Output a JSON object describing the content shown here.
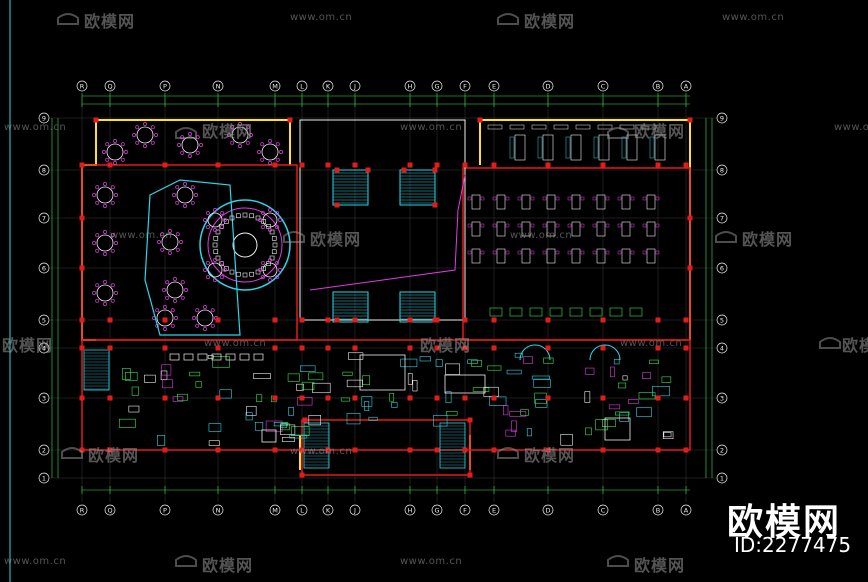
{
  "drawing": {
    "column_labels_top": [
      "R",
      "Q",
      "P",
      "N",
      "M",
      "L",
      "K",
      "J",
      "H",
      "G",
      "F",
      "E",
      "D",
      "C",
      "B",
      "A"
    ],
    "column_labels_bottom": [
      "R",
      "Q",
      "P",
      "N",
      "M",
      "L",
      "K",
      "J",
      "H",
      "G",
      "F",
      "E",
      "D",
      "C",
      "B",
      "A"
    ],
    "row_labels": [
      "9",
      "8",
      "7",
      "6",
      "5",
      "4",
      "3",
      "2",
      "1"
    ],
    "colors": {
      "wall": "#e21b1b",
      "yellow_wall": "#ffe21a",
      "cyan": "#2bd6e8",
      "green": "#33e64d",
      "magenta": "#e03be0",
      "white": "#f0f0f0",
      "grid": "#3a3a3a"
    }
  },
  "watermark": {
    "brand": "欧模网",
    "site": "www.om.cn",
    "id": "ID:2277475"
  }
}
